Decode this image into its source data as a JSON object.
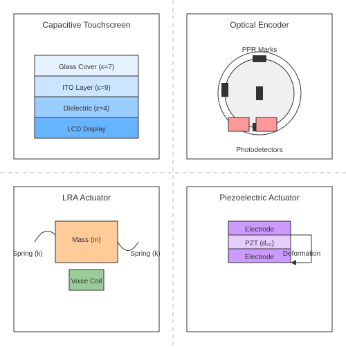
{
  "panels": {
    "capacitive": {
      "title": "Capacitive Touchscreen",
      "layers": [
        "Glass Cover (ε=7)",
        "ITO Layer (ε=9)",
        "Dielectric (ε=4)",
        "LCD Display"
      ]
    },
    "encoder": {
      "title": "Optical Encoder",
      "marks_label": "PPR Marks",
      "detector_label": "Photodetectors"
    },
    "lra": {
      "title": "LRA Actuator",
      "mass_label": "Mass (m)",
      "spring_left_label": "Spring (k)",
      "spring_right_label": "Spring (k)",
      "coil_label": "Voice Coil"
    },
    "piezo": {
      "title": "Piezoelectric Actuator",
      "top_electrode": "Electrode",
      "pzt_label": "PZT (d₃₃)",
      "bottom_electrode": "Electrode",
      "deformation_label": "Deformation"
    }
  },
  "colors": {
    "layer_glass": "#e6f2ff",
    "layer_ito": "#cce5ff",
    "layer_dielectric": "#99ccff",
    "layer_lcd": "#66b3ff",
    "encoder_disk": "#f0f0f0",
    "encoder_mark": "#333333",
    "detector": "#ff9999",
    "mass": "#ffcc99",
    "coil": "#99cc99",
    "electrode": "#cc99ff",
    "pzt": "#e6ccff",
    "divider": "#dddddd"
  }
}
